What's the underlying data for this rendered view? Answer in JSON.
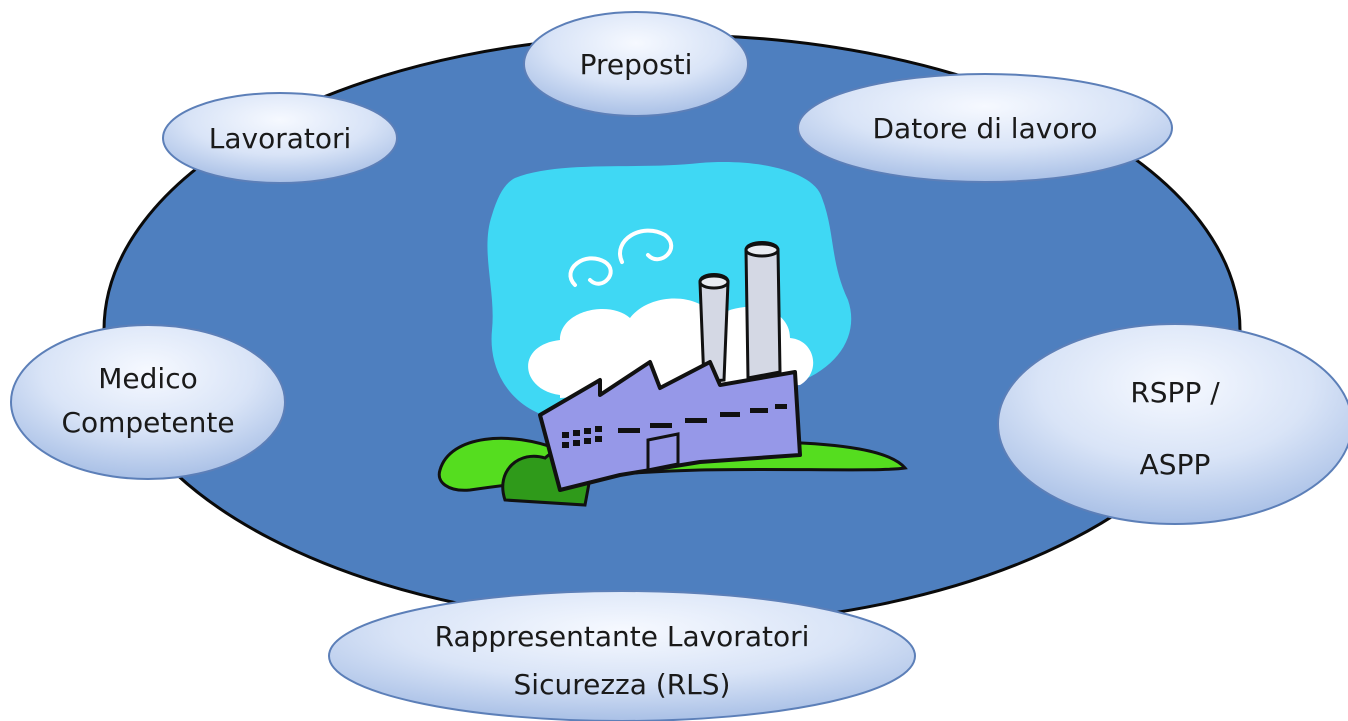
{
  "diagram": {
    "colors": {
      "central_ellipse": "#4e7fbf",
      "central_outline": "#0a0a0a",
      "bubble_light": "#f4f7ff",
      "bubble_dark": "#b4c8ea",
      "bubble_outline": "#5c7fb8",
      "sky": "#3fd8f4",
      "cloud": "#ffffff",
      "factory_body": "#9698e8",
      "factory_outline": "#111111",
      "grass": "#55dd1f",
      "bush": "#2f9a1a",
      "chimney": "#d4d8e4"
    },
    "nodes": {
      "preposti": {
        "label": "Preposti"
      },
      "lavoratori": {
        "label": "Lavoratori"
      },
      "datore": {
        "label": "Datore di lavoro"
      },
      "medico": {
        "line1": "Medico",
        "line2": "Competente"
      },
      "rspp": {
        "line1": "RSPP /",
        "line2": "ASPP"
      },
      "rls": {
        "line1": "Rappresentante Lavoratori",
        "line2": "Sicurezza (RLS)"
      }
    },
    "center_image": {
      "icon": "factory-icon"
    }
  }
}
